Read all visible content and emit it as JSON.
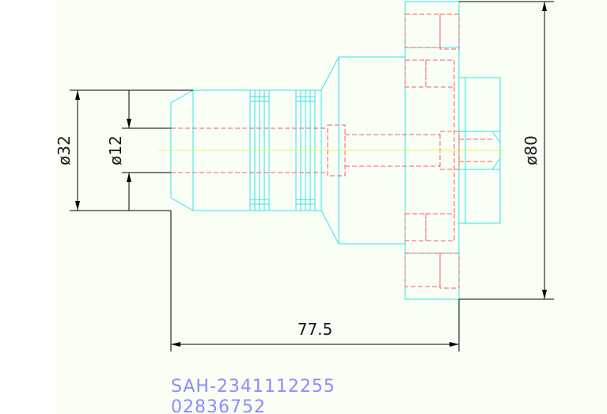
{
  "dimensions": {
    "outer_dia": "ø32",
    "bore_dia": "ø12",
    "flange_dia": "ø80",
    "length": "77.5"
  },
  "part": {
    "code": "SAH-2341112255",
    "number": "02836752"
  },
  "colors": {
    "outline": "#33e0f0",
    "hidden": "#ff5a5a",
    "center": "#f0f060",
    "dimension": "#000000",
    "text_label": "#8c8cff",
    "background": "#f9fff5"
  }
}
